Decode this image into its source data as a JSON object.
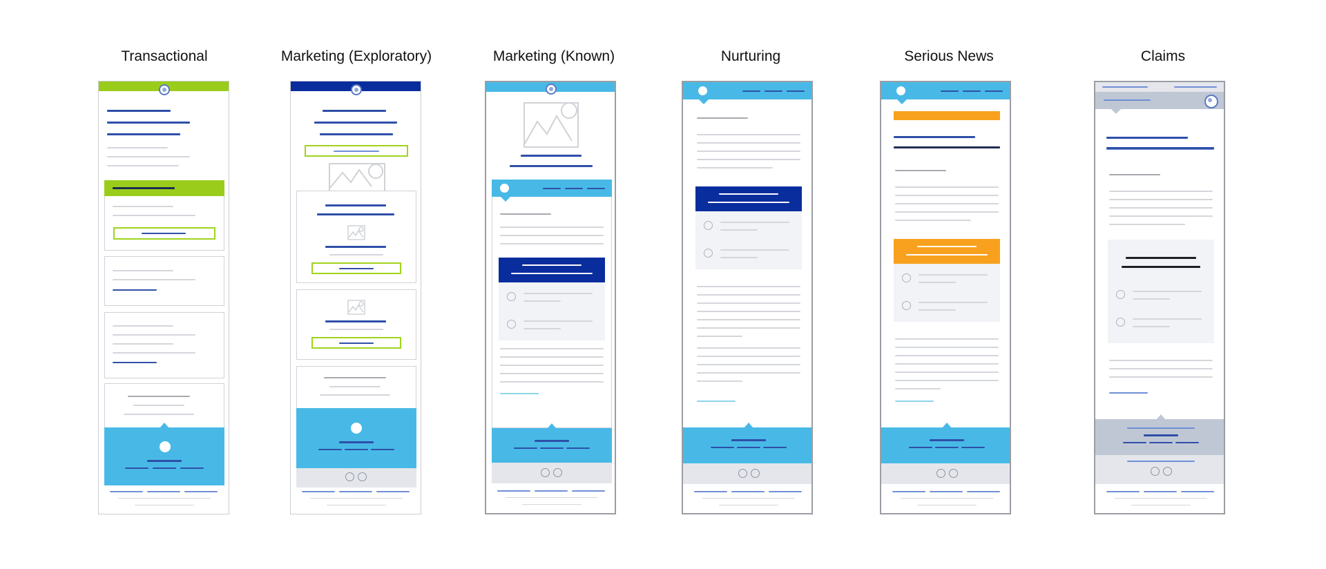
{
  "diagram": {
    "templates": [
      {
        "id": "transactional",
        "title": "Transactional",
        "accent": "#9ACD1B"
      },
      {
        "id": "marketing-exploratory",
        "title": "Marketing (Exploratory)",
        "accent": "#0A2D9E"
      },
      {
        "id": "marketing-known",
        "title": "Marketing (Known)",
        "accent": "#48B9E6"
      },
      {
        "id": "nurturing",
        "title": "Nurturing",
        "accent": "#48B9E6"
      },
      {
        "id": "serious-news",
        "title": "Serious News",
        "accent": "#F8A11E"
      },
      {
        "id": "claims",
        "title": "Claims",
        "accent": "#BFC7D5"
      }
    ]
  }
}
